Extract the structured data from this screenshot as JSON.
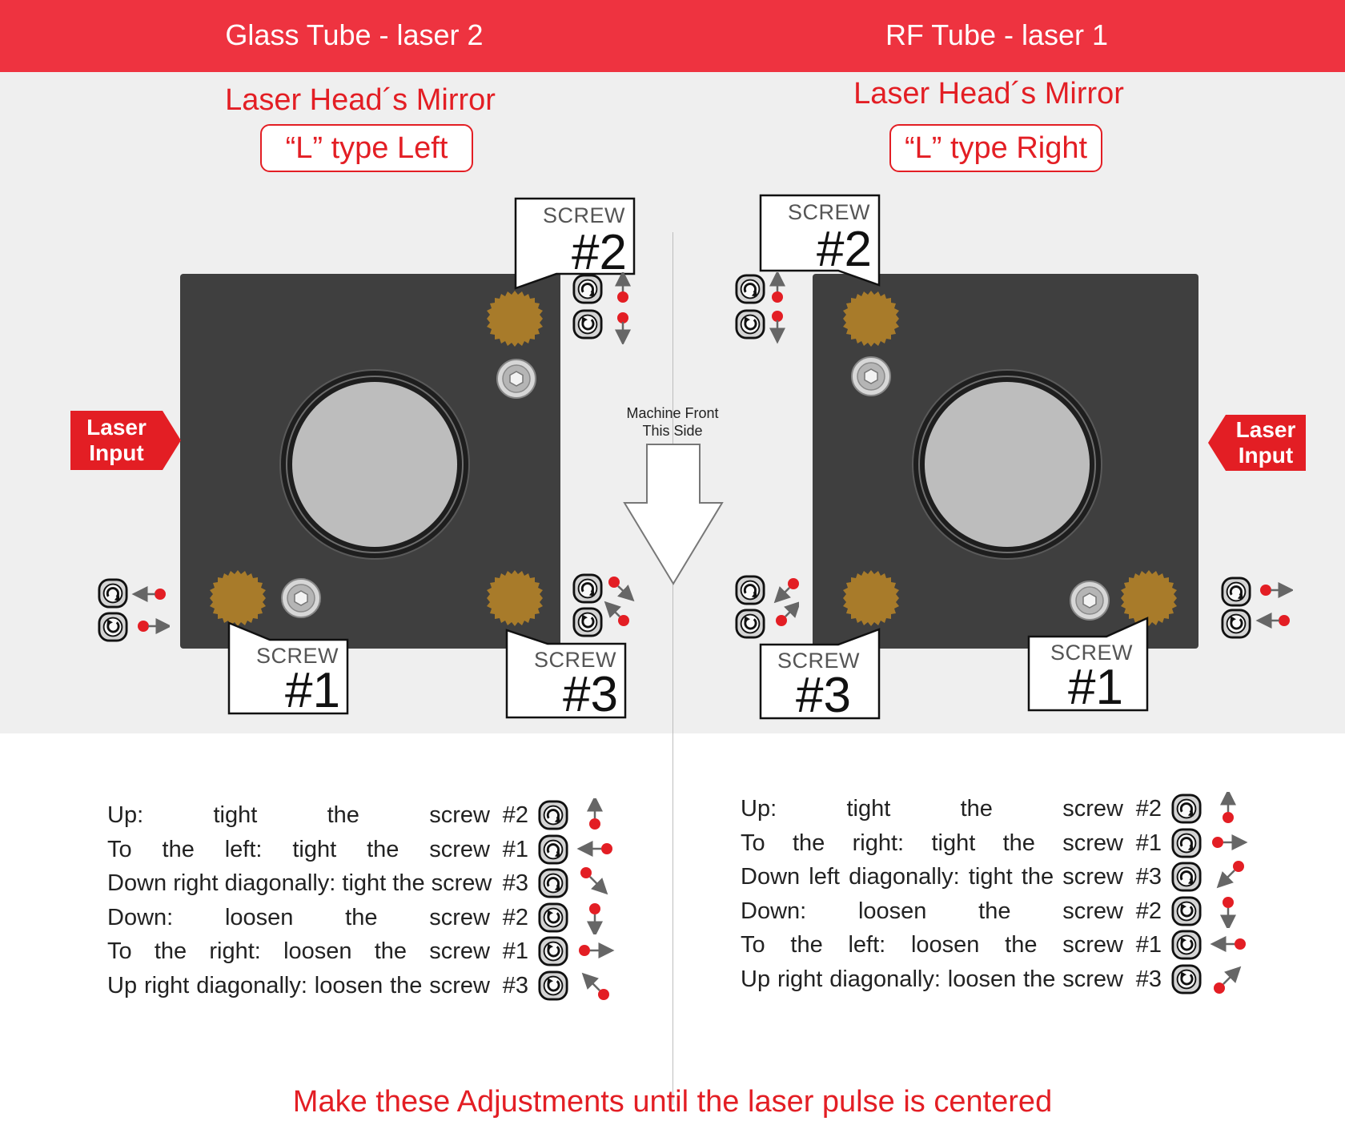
{
  "header": {
    "left_title": "Glass Tube - laser 2",
    "right_title": "RF Tube - laser 1"
  },
  "left_panel": {
    "mirror_title": "Laser Head´s Mirror",
    "mirror_type": "“L” type Left",
    "laser_input": [
      "Laser",
      "Input"
    ],
    "screws": [
      {
        "label": "SCREW",
        "number": "#2"
      },
      {
        "label": "SCREW",
        "number": "#1"
      },
      {
        "label": "SCREW",
        "number": "#3"
      }
    ],
    "instructions": [
      {
        "text": "Up: tight the screw",
        "screw": "#2",
        "action": "tighten",
        "direction": "up"
      },
      {
        "text": "To the left: tight the screw",
        "screw": "#1",
        "action": "tighten",
        "direction": "left"
      },
      {
        "text": "Down right diagonally: tight the screw",
        "screw": "#3",
        "action": "tighten",
        "direction": "down-right"
      },
      {
        "text": "Down: loosen the screw",
        "screw": "#2",
        "action": "loosen",
        "direction": "down"
      },
      {
        "text": "To the right: loosen the screw",
        "screw": "#1",
        "action": "loosen",
        "direction": "right"
      },
      {
        "text": "Up right diagonally: loosen the screw",
        "screw": "#3",
        "action": "loosen",
        "direction": "up-left"
      }
    ]
  },
  "center": {
    "machine_front": [
      "Machine Front",
      "This Side"
    ]
  },
  "right_panel": {
    "mirror_title": "Laser Head´s Mirror",
    "mirror_type": "“L” type Right",
    "laser_input": [
      "Laser",
      "Input"
    ],
    "screws": [
      {
        "label": "SCREW",
        "number": "#2"
      },
      {
        "label": "SCREW",
        "number": "#3"
      },
      {
        "label": "SCREW",
        "number": "#1"
      }
    ],
    "instructions": [
      {
        "text": "Up: tight the screw",
        "screw": "#2",
        "action": "tighten",
        "direction": "up"
      },
      {
        "text": "To the right: tight the screw",
        "screw": "#1",
        "action": "tighten",
        "direction": "right"
      },
      {
        "text": "Down left diagonally: tight the screw",
        "screw": "#3",
        "action": "tighten",
        "direction": "down-left"
      },
      {
        "text": "Down: loosen the screw",
        "screw": "#2",
        "action": "loosen",
        "direction": "down"
      },
      {
        "text": "To the left: loosen the screw",
        "screw": "#1",
        "action": "loosen",
        "direction": "left"
      },
      {
        "text": "Up right diagonally: loosen the screw",
        "screw": "#3",
        "action": "loosen",
        "direction": "up-right"
      }
    ]
  },
  "footer": {
    "note": "Make these Adjustments until the laser pulse is centered"
  },
  "colors": {
    "accent_red": "#ee3340",
    "text_red": "#e31e24",
    "plate": "#3f3f3f",
    "knob": "#a87b2a"
  }
}
